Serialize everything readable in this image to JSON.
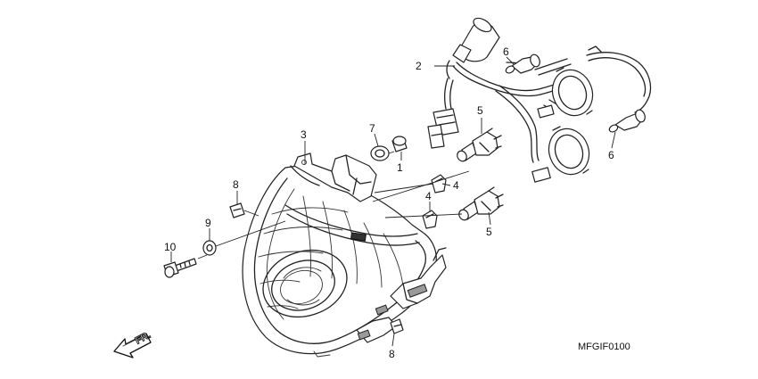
{
  "diagram_code": "MFGIF0100",
  "front_indicator": "FR.",
  "callouts": {
    "n1": "1",
    "n2": "2",
    "n3": "3",
    "n4a": "4",
    "n4b": "4",
    "n5a": "5",
    "n5b": "5",
    "n6a": "6",
    "n6b": "6",
    "n7": "7",
    "n8a": "8",
    "n8b": "8",
    "n9": "9",
    "n10": "10"
  },
  "icons": {
    "front_arrow": "fr-direction-arrow-icon"
  }
}
